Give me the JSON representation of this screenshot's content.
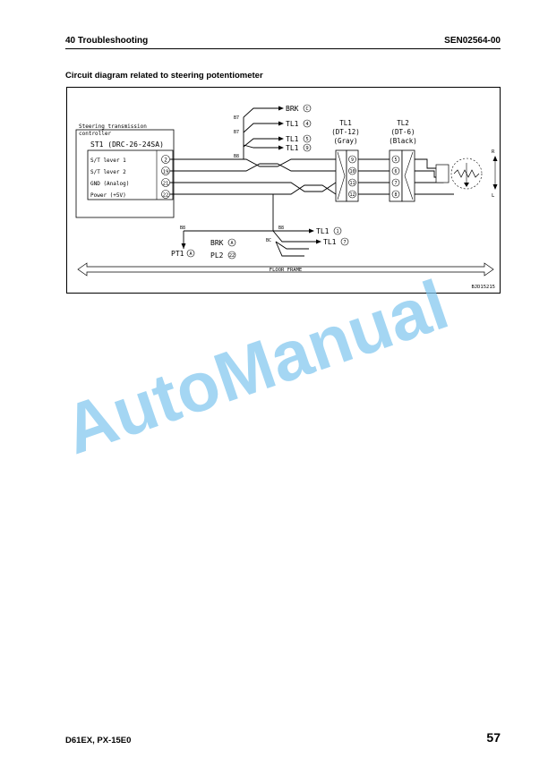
{
  "header": {
    "section": "40 Troubleshooting",
    "doc_code": "SEN02564-00"
  },
  "section_title": "Circuit diagram related to steering potentiometer",
  "diagram": {
    "controller_label_1": "Steering transmission",
    "controller_label_2": "controller",
    "connector_st1": "ST1 (DRC-26-24SA)",
    "pins": [
      {
        "label": "S/T lever 1",
        "pin": "2"
      },
      {
        "label": "S/T lever 2",
        "pin": "19"
      },
      {
        "label": "GND (Analog)",
        "pin": "21"
      },
      {
        "label": "Power (+5V)",
        "pin": "22"
      }
    ],
    "splices": {
      "b7a": "B7",
      "b7b": "B7",
      "b8_top": "B8",
      "b8_left": "B8",
      "b8_right": "B8",
      "bc": "BC"
    },
    "branches_top": [
      {
        "name": "BRK",
        "pin": "C"
      },
      {
        "name": "TL1",
        "pin": "4"
      },
      {
        "name": "TL1",
        "pin": "5"
      },
      {
        "name": "TL1",
        "pin": "9"
      }
    ],
    "branches_bottom": [
      {
        "name": "TL1",
        "pin": "1"
      },
      {
        "name": "TL1",
        "pin": "7"
      },
      {
        "name": "BRK",
        "pin": "A"
      },
      {
        "name": "PL2",
        "pin": "22"
      },
      {
        "name": "PT1",
        "pin": "A"
      }
    ],
    "tl1": {
      "name": "TL1",
      "type": "(DT-12)",
      "color": "(Gray)",
      "pins": [
        "9",
        "10",
        "11",
        "12"
      ]
    },
    "tl2": {
      "name": "TL2",
      "type": "(DT-6)",
      "color": "(Black)",
      "pins": [
        "5",
        "6",
        "7",
        "8"
      ]
    },
    "pot_r": "R",
    "pot_l": "L",
    "floor_frame": "FLOOR FRAME",
    "figure_code": "BJD15215"
  },
  "watermark": "AutoManual",
  "footer": {
    "model": "D61EX, PX-15E0",
    "page": "57"
  }
}
